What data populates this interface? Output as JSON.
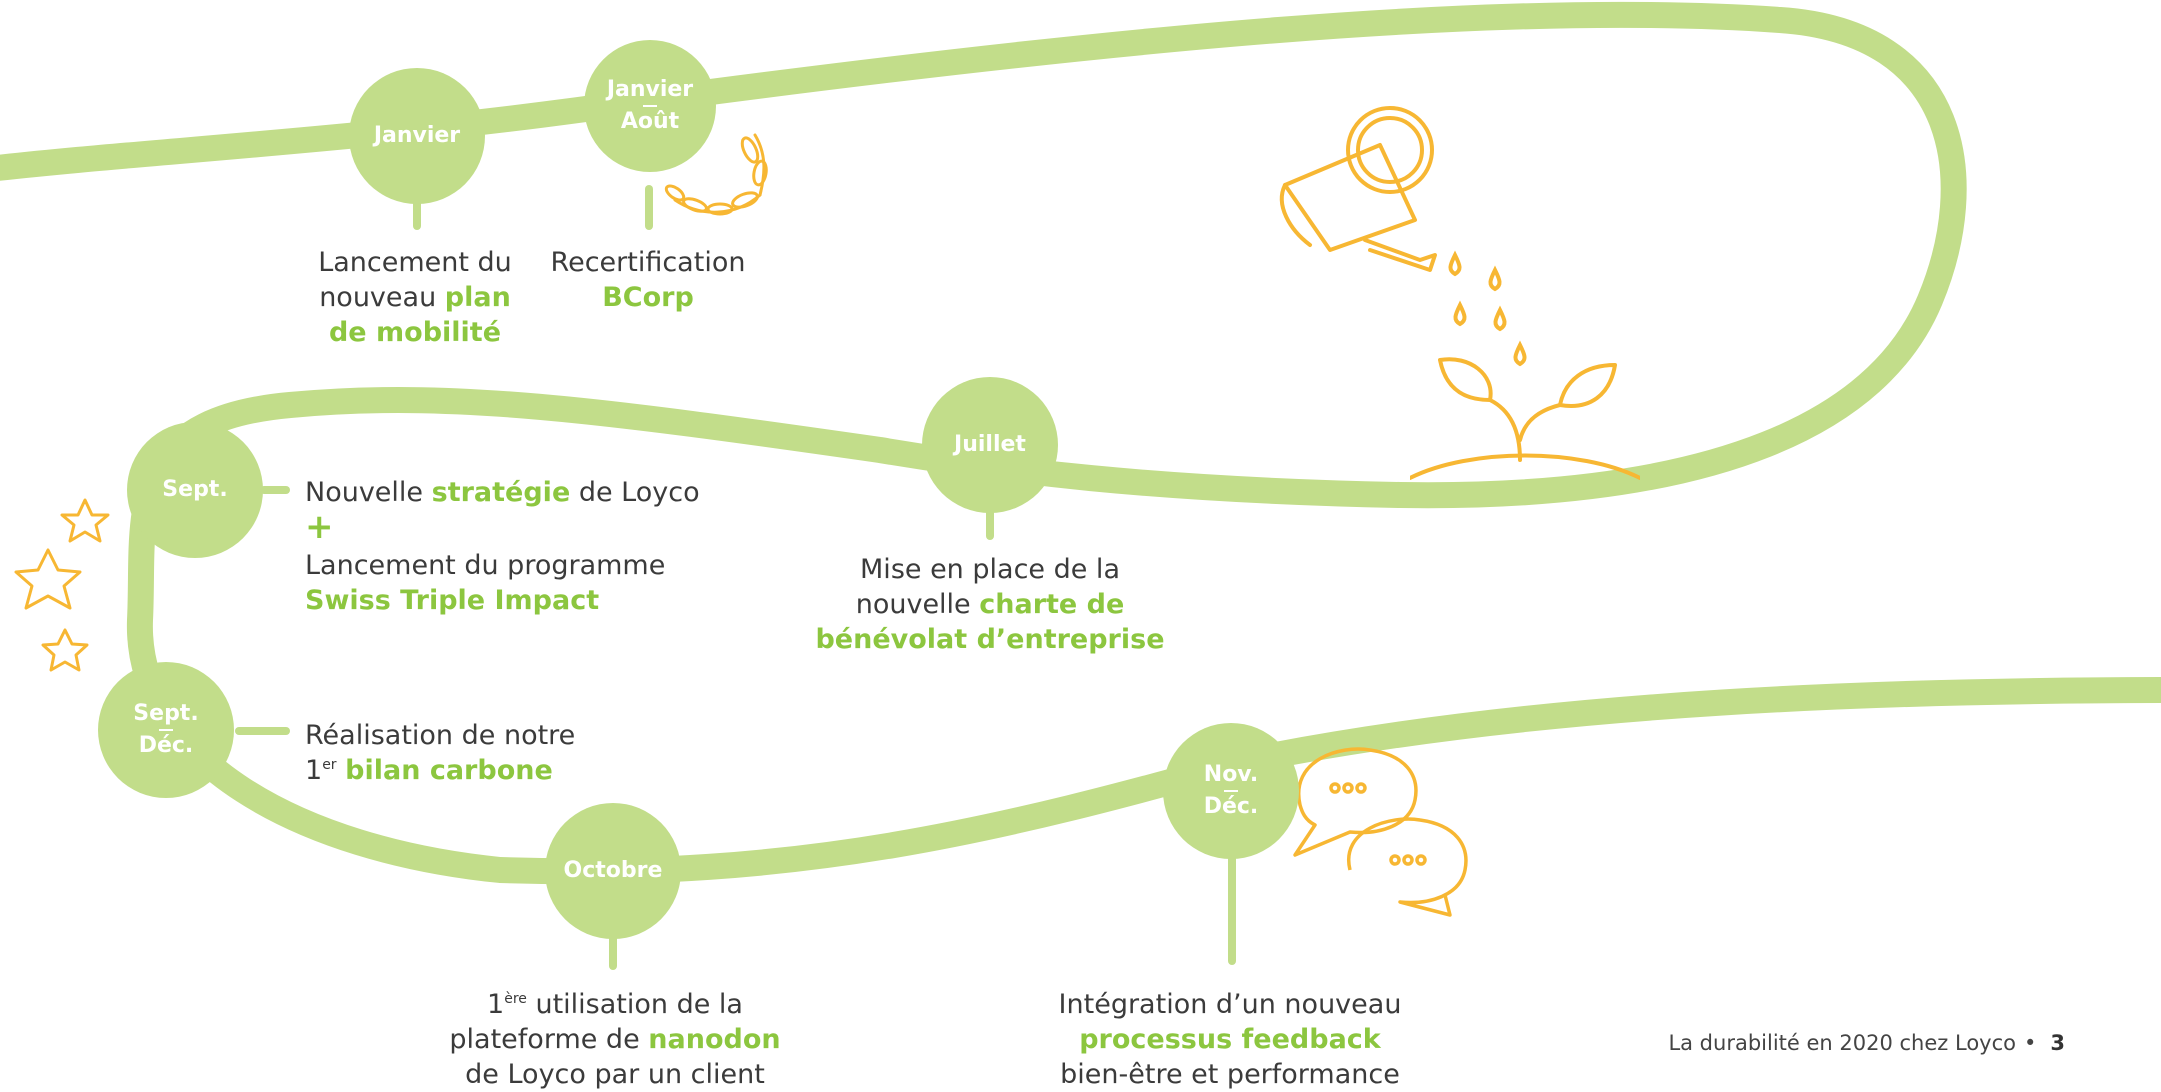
{
  "milestones": {
    "m1": {
      "label": "Janvier"
    },
    "m2": {
      "line1": "Janvier",
      "line2": "Août"
    },
    "m3": {
      "label": "Juillet"
    },
    "m4": {
      "label": "Sept."
    },
    "m5": {
      "line1": "Sept.",
      "line2": "Déc."
    },
    "m6": {
      "label": "Octobre"
    },
    "m7": {
      "line1": "Nov.",
      "line2": "Déc."
    }
  },
  "descriptions": {
    "mobilite": {
      "t1": "Lancement du",
      "t2": "nouveau ",
      "hl1": "plan",
      "hl2": "de mobilité"
    },
    "bcorp": {
      "t1": "Recertification",
      "hl1": "BCorp"
    },
    "strategie": {
      "t1": "Nouvelle ",
      "hl1": "stratégie",
      "t2": " de Loyco",
      "plus": "+",
      "t3": "Lancement du programme",
      "hl2": "Swiss Triple Impact"
    },
    "benevolat": {
      "t1": "Mise en place de la",
      "t2": "nouvelle ",
      "hl1": "charte de",
      "hl2": "bénévolat d’entreprise"
    },
    "carbone": {
      "t1": "Réalisation de notre",
      "t2": "1",
      "sup": "er",
      "hl1": "bilan carbone"
    },
    "nanodon": {
      "t1": "1",
      "sup": "ère",
      "t2": " utilisation de la",
      "t3": "plateforme de ",
      "hl1": "nanodon",
      "t4": "de Loyco par un client"
    },
    "feedback": {
      "t1": "Intégration d’un nouveau",
      "hl1": "processus feedback",
      "t2": "bien-être et performance"
    }
  },
  "footer": {
    "text": "La durabilité en 2020 chez Loyco",
    "bullet": "•",
    "page": "3"
  },
  "colors": {
    "road": "#c2dd8a",
    "highlight": "#8cc63f",
    "illustration": "#f7b733",
    "text": "#3b3b3b"
  },
  "icons": [
    "watering-can-icon",
    "sprout-icon",
    "laurel-icon",
    "stars-icon",
    "speech-bubbles-icon"
  ]
}
